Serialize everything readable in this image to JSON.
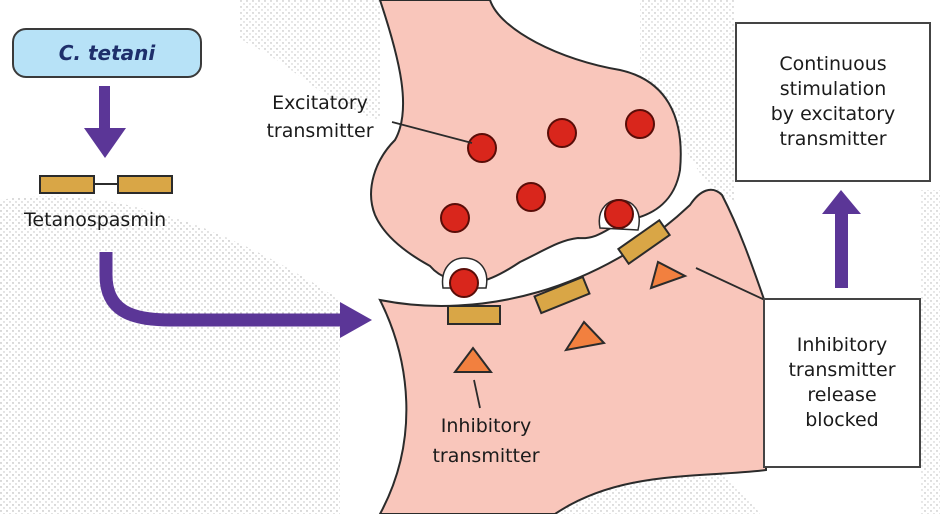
{
  "organism": "C. tetani",
  "toxin": "Tetanospasmin",
  "labels": {
    "excitatory_line1": "Excitatory",
    "excitatory_line2": "transmitter",
    "inhibitory_line1": "Inhibitory",
    "inhibitory_line2": "transmitter"
  },
  "result_box": "Continuous\nstimulation\nby excitatory\ntransmitter",
  "blocked_box": "Inhibitory\ntransmitter\nrelease\nblocked",
  "colors": {
    "neuron": "#f9c6bb",
    "vesicle": "#d9261c",
    "toxin": "#d9a646",
    "inhibitory": "#f2803f",
    "arrow": "#5b3697",
    "organism_box": "#b7e2f7"
  }
}
